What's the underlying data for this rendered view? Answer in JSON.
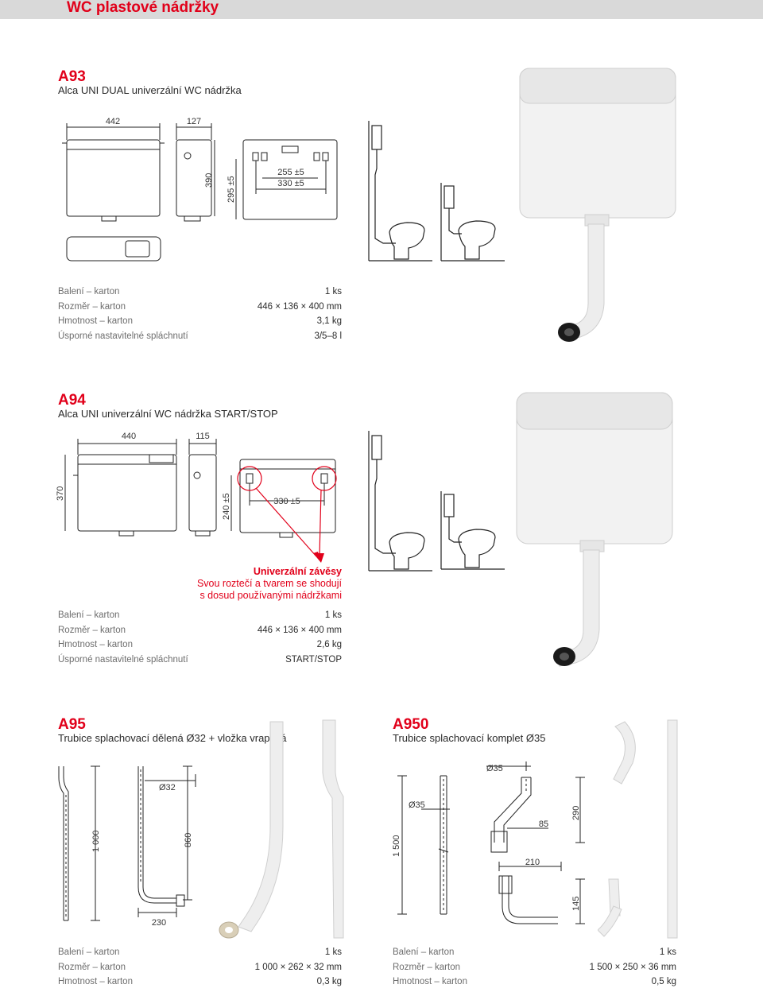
{
  "page": {
    "title": "WC plastové nádržky"
  },
  "products": [
    {
      "code": "A93",
      "name": "Alca UNI DUAL univerzální WC nádržka",
      "dims": {
        "width": "442",
        "depth": "127",
        "height": "390",
        "mount_height": "295 ±5",
        "spacing_a": "255 ±5",
        "spacing_b": "330 ±5"
      },
      "specs": [
        {
          "label": "Balení – karton",
          "value": "1 ks"
        },
        {
          "label": "Rozměr – karton",
          "value": "446 × 136 × 400 mm"
        },
        {
          "label": "Hmotnost – karton",
          "value": "3,1 kg"
        },
        {
          "label": "Úsporné nastavitelné splách­nutí",
          "value": "3/5–8 l"
        }
      ]
    },
    {
      "code": "A94",
      "name": "Alca UNI univerzální WC nádržka START/STOP",
      "dims": {
        "width": "440",
        "depth": "115",
        "height": "370",
        "mount_height": "240 ±5",
        "spacing": "330 ±5"
      },
      "note": {
        "title": "Univerzální závěsy",
        "line1": "Svou roztečí a tvarem se shodují",
        "line2": "s dosud používanými nádržkami"
      },
      "specs": [
        {
          "label": "Balení – karton",
          "value": "1 ks"
        },
        {
          "label": "Rozměr – karton",
          "value": "446 × 136 × 400 mm"
        },
        {
          "label": "Hmotnost – karton",
          "value": "2,6 kg"
        },
        {
          "label": "Úsporné nastavitelné splách­nutí",
          "value": "START/STOP"
        }
      ]
    },
    {
      "code": "A95",
      "name": "Trubice splachovací dělená Ø32 + vložka vrapová",
      "dims": {
        "length": "1 000",
        "diameter": "Ø32",
        "section": "860",
        "bottom": "230"
      },
      "specs": [
        {
          "label": "Balení – karton",
          "value": "1 ks"
        },
        {
          "label": "Rozměr – karton",
          "value": "1 000 × 262 × 32 mm"
        },
        {
          "label": "Hmotnost – karton",
          "value": "0,3 kg"
        }
      ]
    },
    {
      "code": "A950",
      "name": "Trubice splachovací komplet Ø35",
      "dims": {
        "length": "1 500",
        "diameter_top": "Ø35",
        "diameter": "Ø35",
        "offset": "85",
        "height": "290",
        "width": "210",
        "bottom": "145"
      },
      "specs": [
        {
          "label": "Balení – karton",
          "value": "1 ks"
        },
        {
          "label": "Rozměr – karton",
          "value": "1 500 × 250 × 36 mm"
        },
        {
          "label": "Hmotnost – karton",
          "value": "0,5 kg"
        }
      ]
    }
  ],
  "colors": {
    "accent": "#e1001a",
    "header_bg": "#d9d9d9",
    "label": "#6d6d6d"
  }
}
